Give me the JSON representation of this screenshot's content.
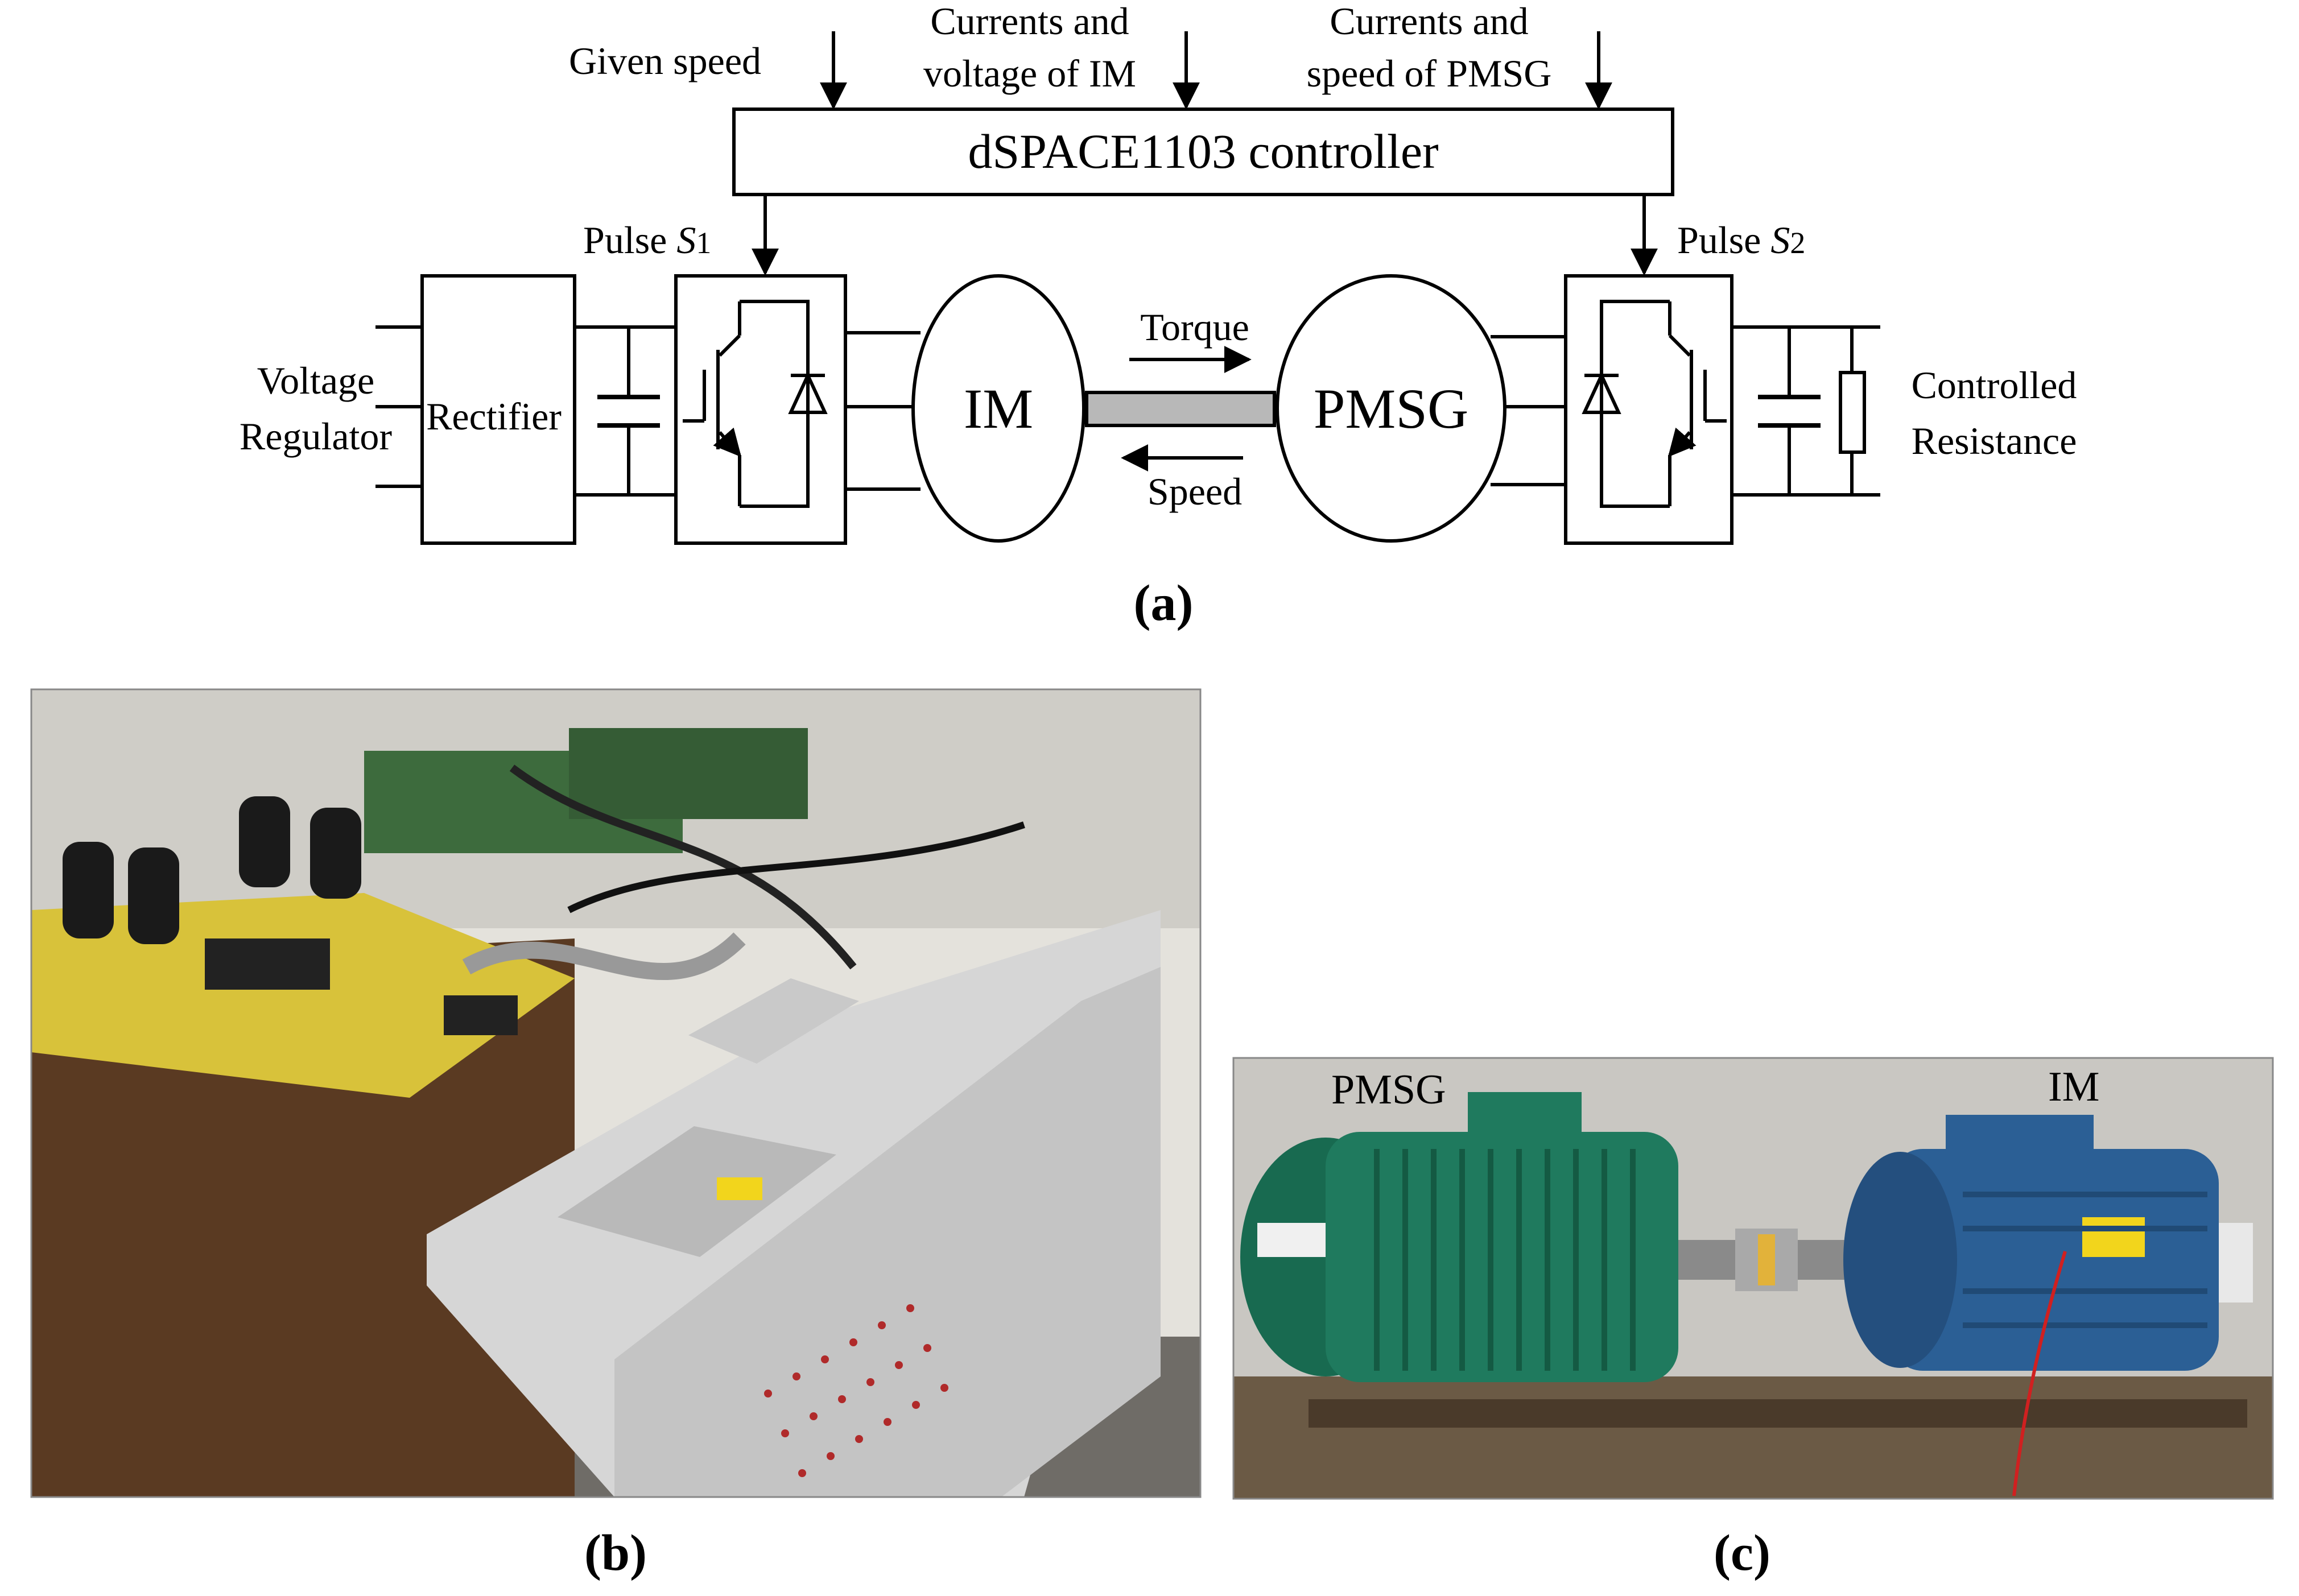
{
  "diagram_a": {
    "caption_letter": "a",
    "inputs": {
      "given_speed": "Given speed",
      "im_line1": "Currents and",
      "im_line2": "voltage of IM",
      "pmsg_line1": "Currents and",
      "pmsg_line2": "speed of PMSG"
    },
    "controller_label": "dSPACE1103 controller",
    "pulse_s1_prefix": "Pulse ",
    "pulse_s1_var": "S",
    "pulse_s1_sub": "1",
    "pulse_s2_prefix": "Pulse ",
    "pulse_s2_var": "S",
    "pulse_s2_sub": "2",
    "voltage_regulator_line1": "Voltage",
    "voltage_regulator_line2": "Regulator",
    "rectifier_label": "Rectifier",
    "im_label": "IM",
    "pmsg_label": "PMSG",
    "torque_label": "Torque",
    "speed_label": "Speed",
    "controlled_resistance_line1": "Controlled",
    "controlled_resistance_line2": "Resistance"
  },
  "photo_b": {
    "caption_letter": "b"
  },
  "photo_c": {
    "caption_letter": "c",
    "pmsg_label": "PMSG",
    "im_label": "IM"
  },
  "colors": {
    "line": "#000000",
    "shaft": "#b8b8b8",
    "pmsg_motor": "#1f7a5e",
    "im_motor": "#2b5f95",
    "table": "#5a3a22",
    "board": "#d8c23a",
    "panel": "#d6d6d6"
  }
}
